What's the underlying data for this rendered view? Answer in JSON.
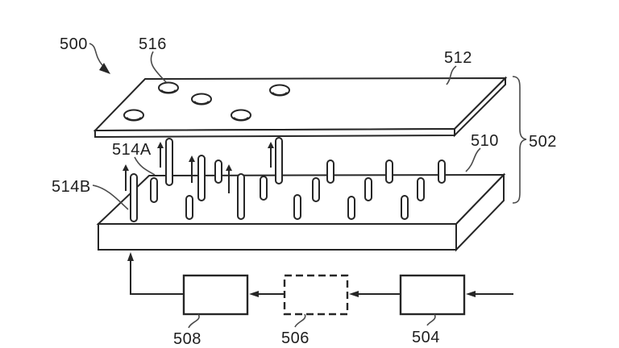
{
  "page": {
    "background": "#ffffff",
    "ink_color": "#262626",
    "leader_color": "#4a4a4a"
  },
  "labels": {
    "assembly_500": "500",
    "hole_516": "516",
    "top_plate_512": "512",
    "stack_502": "502",
    "bottom_plate_510": "510",
    "pin_514a": "514A",
    "pin_514b": "514B",
    "box_508": "508",
    "box_506": "506",
    "box_504": "504"
  }
}
